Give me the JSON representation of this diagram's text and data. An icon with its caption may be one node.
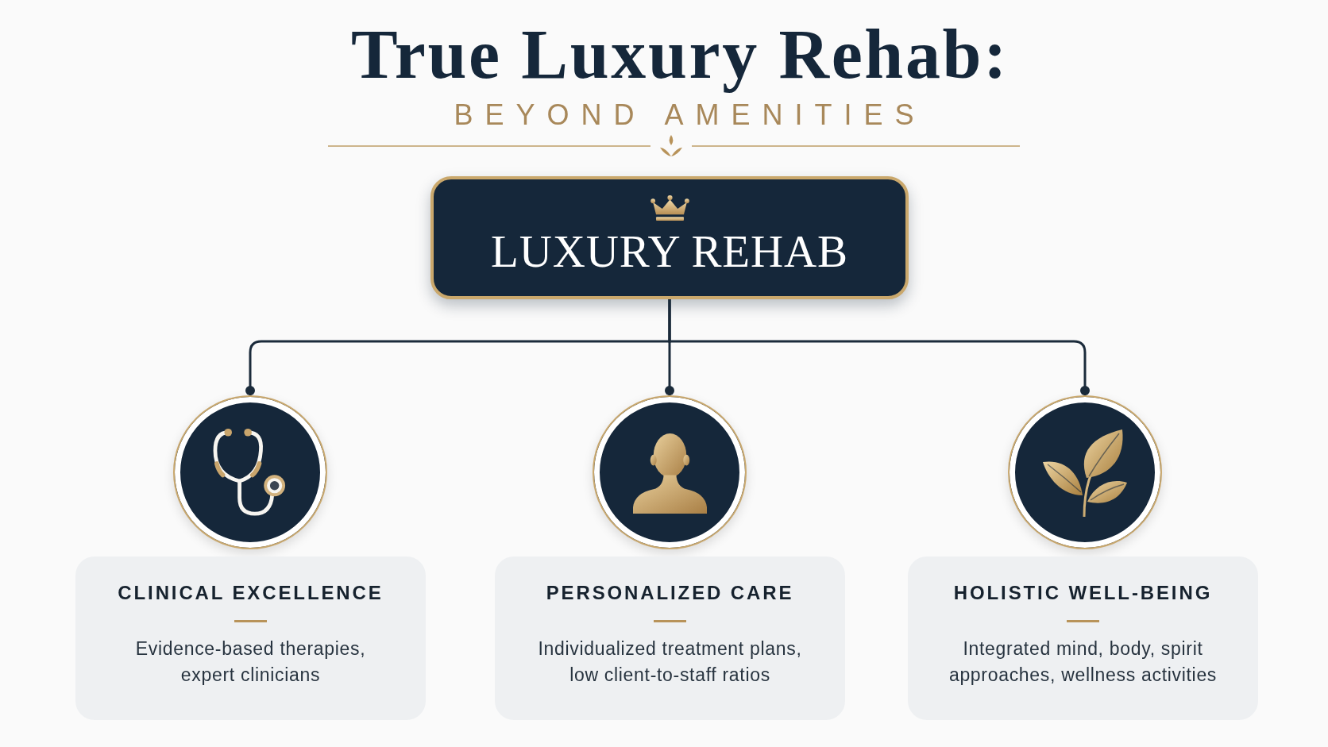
{
  "diagram": {
    "title": "True Luxury Rehab:",
    "nodes": [
      {
        "text": [
          "LUXURY REHAB"
        ]
      },
      {
        "text": [],
        "shape": "circle"
      },
      {
        "text": [],
        "shape": "circle"
      },
      {
        "text": [],
        "shape": "circle"
      },
      {
        "text": [
          "CLINICAL EXCELLENCE",
          "Evidence-based therapies, expert clinicians"
        ]
      },
      {
        "text": [
          "PERSONALIZED CARE",
          "Individualized treatment plans, low client-to-staff ratios"
        ]
      },
      {
        "text": [
          "HOLISTIC WELL-BEING",
          "Integrated mind, body, spirit approaches, wellness activities"
        ]
      }
    ],
    "edges": [
      {
        "from": 0,
        "to": 1,
        "arrow": "other"
      },
      {
        "from": 0,
        "to": 2,
        "arrow": "other"
      },
      {
        "from": 0,
        "to": 3,
        "arrow": "other"
      }
    ],
    "labels": [
      "BEYOND AMENITIES"
    ]
  }
}
